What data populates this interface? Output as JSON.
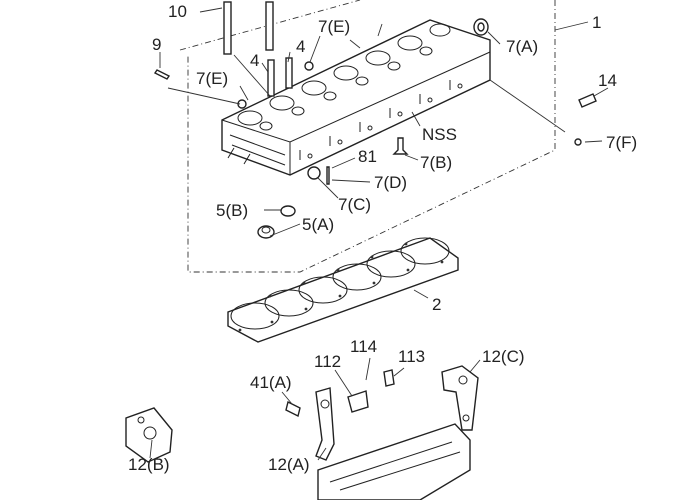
{
  "diagram": {
    "callouts": [
      {
        "id": "c1",
        "text": "10"
      },
      {
        "id": "c2",
        "text": "9"
      },
      {
        "id": "c3",
        "text": "7(E)"
      },
      {
        "id": "c4",
        "text": "4"
      },
      {
        "id": "c5",
        "text": "4"
      },
      {
        "id": "c6",
        "text": "7(E)"
      },
      {
        "id": "c7",
        "text": "1"
      },
      {
        "id": "c8",
        "text": "7(A)"
      },
      {
        "id": "c9",
        "text": "14"
      },
      {
        "id": "c10",
        "text": "NSS"
      },
      {
        "id": "c11",
        "text": "7(F)"
      },
      {
        "id": "c12",
        "text": "81"
      },
      {
        "id": "c13",
        "text": "7(B)"
      },
      {
        "id": "c14",
        "text": "7(D)"
      },
      {
        "id": "c15",
        "text": "7(C)"
      },
      {
        "id": "c16",
        "text": "5(B)"
      },
      {
        "id": "c17",
        "text": "5(A)"
      },
      {
        "id": "c18",
        "text": "2"
      },
      {
        "id": "c19",
        "text": "114"
      },
      {
        "id": "c20",
        "text": "112"
      },
      {
        "id": "c21",
        "text": "113"
      },
      {
        "id": "c22",
        "text": "12(C)"
      },
      {
        "id": "c23",
        "text": "41(A)"
      },
      {
        "id": "c24",
        "text": "12(A)"
      },
      {
        "id": "c25",
        "text": "12(B)"
      }
    ]
  }
}
